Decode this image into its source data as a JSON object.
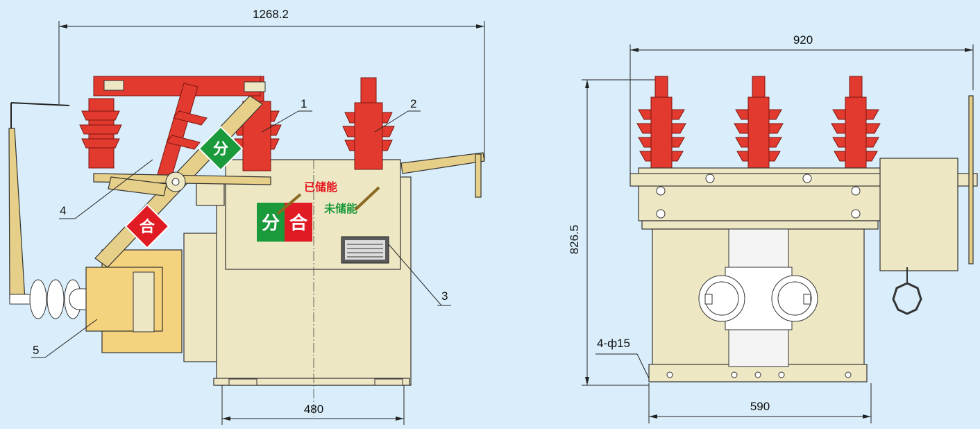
{
  "dimensions": {
    "overall_width_left": "1268.2",
    "base_width_left": "480",
    "overall_width_right": "920",
    "height_right": "826.5",
    "base_width_right": "590",
    "holes": "4-ф15"
  },
  "part_labels": {
    "p1": "1",
    "p2": "2",
    "p3": "3",
    "p4": "4",
    "p5": "5"
  },
  "indicators": {
    "charged": "已储能",
    "uncharged": "未储能",
    "open_btn": "分",
    "close_btn": "合",
    "open_tag": "分",
    "close_tag": "合"
  },
  "colors": {
    "background": "#d9eefa",
    "insulator_red": "#e23a2e",
    "body_beige": "#ede7c4",
    "green_button": "#1a9a3a",
    "red_button": "#e01b24"
  }
}
